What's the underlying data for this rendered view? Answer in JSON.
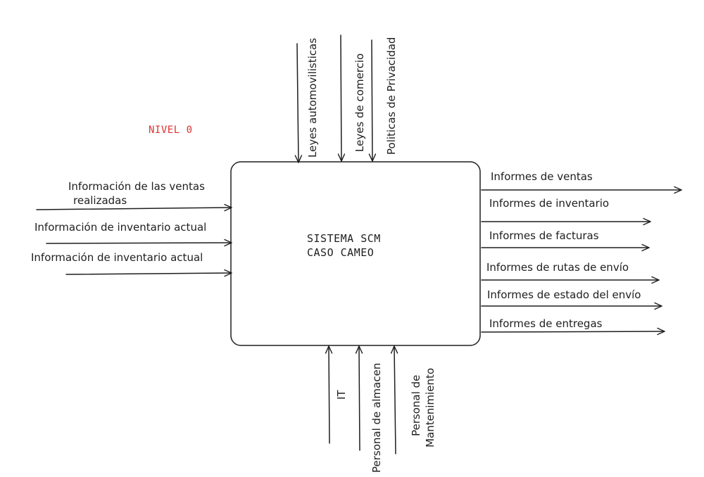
{
  "diagram": {
    "level_label": "NIVEL 0",
    "process": {
      "line1": "SISTEMA SCM",
      "line2": "CASO CAMEO"
    },
    "inputs": [
      {
        "line1": "Información de las ventas",
        "line2": "realizadas"
      },
      {
        "line1": "Información de inventario actual",
        "line2": ""
      },
      {
        "line1": "Información de inventario actual",
        "line2": ""
      }
    ],
    "controls": [
      {
        "line1": "Leyes automovilisticas",
        "line2": ""
      },
      {
        "line1": "Leyes de comercio",
        "line2": ""
      },
      {
        "line1": "Politicas de Privacidad",
        "line2": ""
      }
    ],
    "outputs": [
      {
        "line1": "Informes de ventas"
      },
      {
        "line1": "Informes de inventario"
      },
      {
        "line1": "Informes de facturas"
      },
      {
        "line1": "Informes de rutas de envío"
      },
      {
        "line1": "Informes de estado del envío"
      },
      {
        "line1": "Informes de entregas"
      }
    ],
    "mechanisms": [
      {
        "line1": "IT",
        "line2": ""
      },
      {
        "line1": "Personal de almacen",
        "line2": ""
      },
      {
        "line1": "Personal de",
        "line2": "Mantenimiento"
      }
    ]
  }
}
